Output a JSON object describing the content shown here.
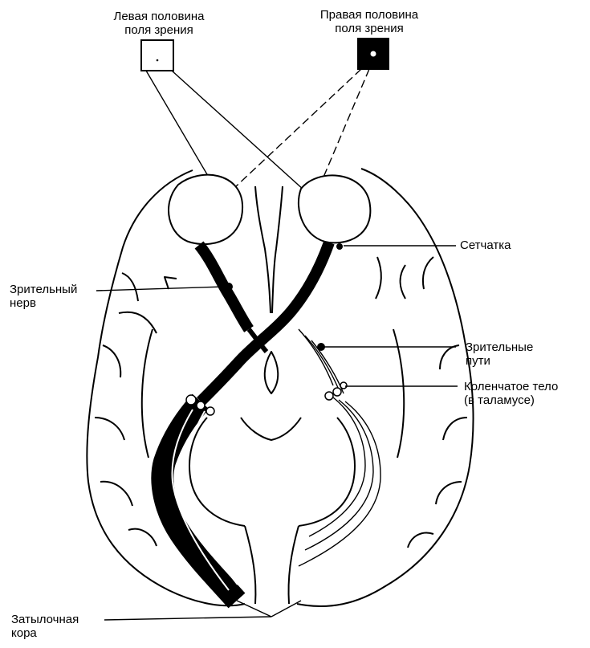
{
  "labels": {
    "left_field": [
      "Левая  половина",
      "поля зрения"
    ],
    "right_field": [
      "Правая половина",
      "поля зрения"
    ],
    "retina": "Сетчатка",
    "optic_nerve": [
      "Зрительный",
      "нерв"
    ],
    "optic_tracts": [
      "Зрительные",
      "пути"
    ],
    "lgn": [
      "Коленчатое тело",
      "(в таламусе)"
    ],
    "occipital": [
      "Затылочная",
      "кора"
    ]
  },
  "colors": {
    "ink": "#000000",
    "paper": "#ffffff"
  }
}
